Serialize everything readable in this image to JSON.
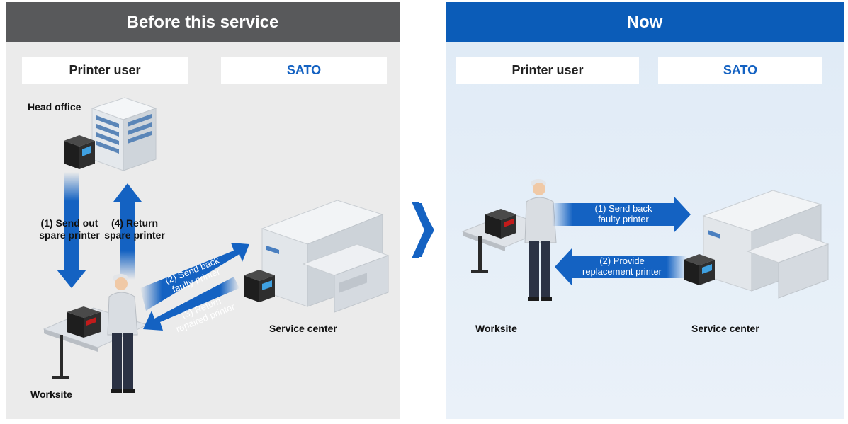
{
  "before": {
    "title": "Before this service",
    "col_user": "Printer user",
    "col_sato": "SATO",
    "head_office": "Head office",
    "worksite": "Worksite",
    "service_center": "Service center",
    "step1": "(1) Send out\nspare printer",
    "step4": "(4) Return\nspare printer",
    "step2": "(2) Send back\nfaulty printer",
    "step3": "(3) Return\nrepaired printer"
  },
  "now": {
    "title": "Now",
    "col_user": "Printer user",
    "col_sato": "SATO",
    "worksite": "Worksite",
    "service_center": "Service center",
    "step1": "(1) Send back\nfaulty printer",
    "step2": "(2) Provide\nreplacement printer"
  },
  "colors": {
    "before_header": "#58595b",
    "now_header": "#0b5cb8",
    "arrow": "#1462c2"
  }
}
